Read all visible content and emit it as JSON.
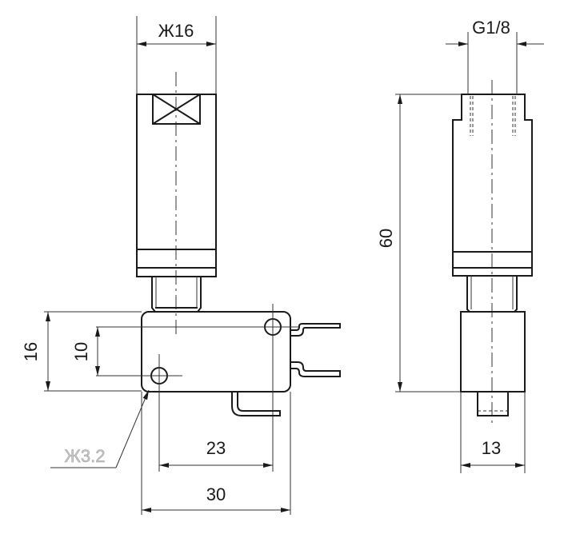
{
  "drawing": {
    "front_view": {
      "body_diameter": "Ж16",
      "switch_height": "16",
      "hole_spacing_vertical": "10",
      "hole_diameter": "Ж3.2",
      "hole_spacing_horizontal": "23",
      "switch_width": "30"
    },
    "side_view": {
      "thread": "G1/8",
      "overall_length": "60",
      "block_width": "13"
    }
  }
}
